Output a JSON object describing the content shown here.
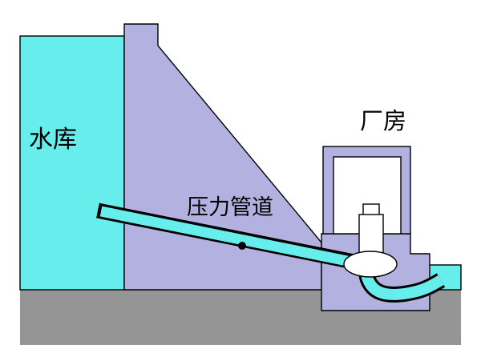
{
  "diagram": {
    "labels": {
      "reservoir": "水库",
      "penstock": "压力管道",
      "powerhouse": "厂房"
    },
    "colors": {
      "water": "#68EDED",
      "dam": "#B3B1DF",
      "ground": "#959595",
      "outline": "#000000",
      "interior": "#FFFFFF"
    }
  }
}
